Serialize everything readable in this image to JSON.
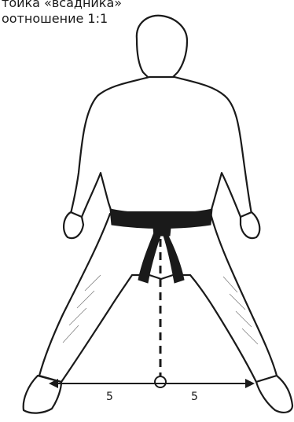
{
  "caption": {
    "line1": "тойка «всадника»",
    "line2": "оотношение 1:1"
  },
  "measurements": {
    "left": "5",
    "right": "5"
  },
  "colors": {
    "ink": "#1a1a1a",
    "background": "#ffffff"
  }
}
